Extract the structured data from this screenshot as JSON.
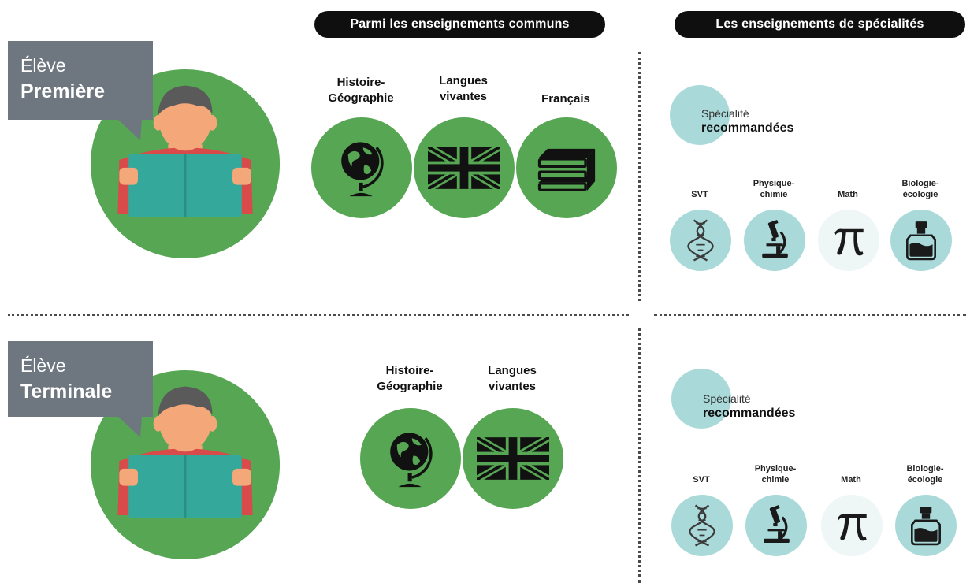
{
  "header": {
    "common_label": "Parmi les enseignements communs",
    "spec_label": "Les enseignements de spécialités"
  },
  "rows": [
    {
      "student": {
        "line1": "Élève",
        "line2": "Première"
      },
      "common": [
        {
          "label": "Histoire-\nGéographie",
          "icon": "globe-icon"
        },
        {
          "label": "Langues\nvivantes",
          "icon": "uk-flag-icon"
        },
        {
          "label": "Français",
          "icon": "books-icon"
        }
      ],
      "spec_title": {
        "line1": "Spécialité",
        "line2": "recommandées"
      },
      "specs": [
        {
          "label": "SVT",
          "icon": "dna-icon"
        },
        {
          "label": "Physique-\nchimie",
          "icon": "microscope-icon"
        },
        {
          "label": "Math",
          "icon": "pi-icon"
        },
        {
          "label": "Biologie-\nécologie",
          "icon": "flask-icon"
        }
      ]
    },
    {
      "student": {
        "line1": "Élève",
        "line2": "Terminale"
      },
      "common": [
        {
          "label": "Histoire-\nGéographie",
          "icon": "globe-icon"
        },
        {
          "label": "Langues\nvivantes",
          "icon": "uk-flag-icon"
        }
      ],
      "spec_title": {
        "line1": "Spécialité",
        "line2": "recommandées"
      },
      "specs": [
        {
          "label": "SVT",
          "icon": "dna-icon"
        },
        {
          "label": "Physique-\nchimie",
          "icon": "microscope-icon"
        },
        {
          "label": "Math",
          "icon": "pi-icon"
        },
        {
          "label": "Biologie-\nécologie",
          "icon": "flask-icon"
        }
      ]
    }
  ],
  "colors": {
    "green": "#56a653",
    "teal": "#a9dad9",
    "bubble": "#6e7780",
    "pill": "#0f0f0f"
  }
}
